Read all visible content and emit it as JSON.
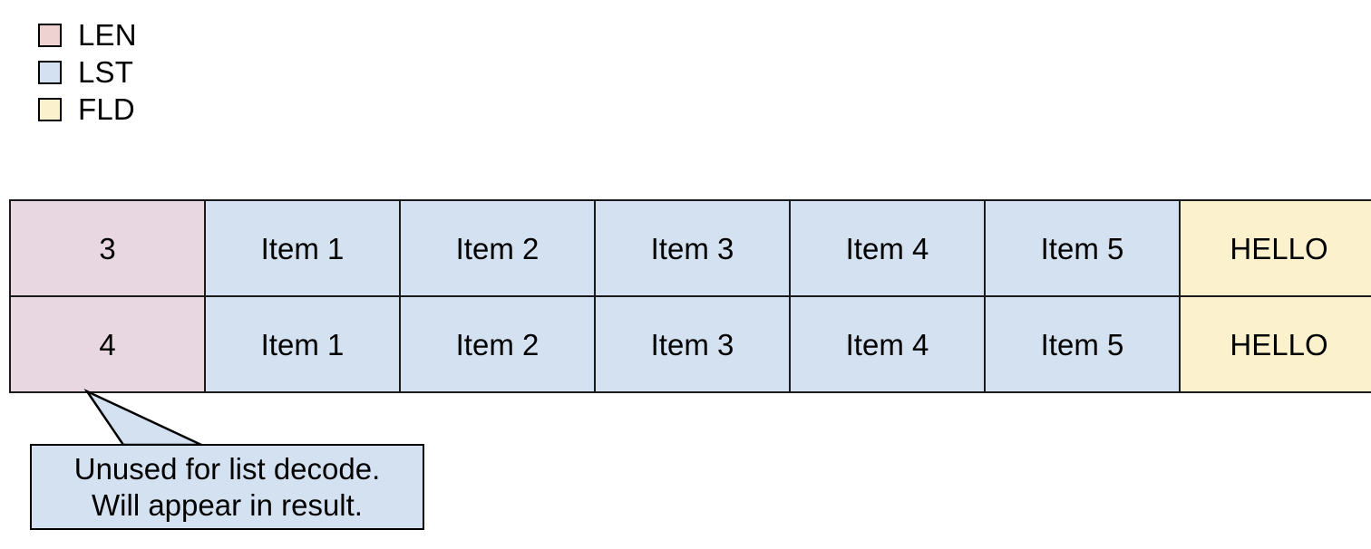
{
  "colors": {
    "len_fill": "#e8d6e0",
    "len_swatch_fill": "#eed2d1",
    "lst_fill": "#d4e1f1",
    "fld_fill": "#fbf1cd",
    "stroke": "#1a1a1a",
    "background": "#ffffff"
  },
  "legend": {
    "items": [
      {
        "label": "LEN",
        "swatch": "#eed2d1",
        "icon": "color-swatch-icon"
      },
      {
        "label": "LST",
        "swatch": "#d4e1f1",
        "icon": "color-swatch-icon"
      },
      {
        "label": "FLD",
        "swatch": "#fbf1cd",
        "icon": "color-swatch-icon"
      }
    ]
  },
  "table": {
    "rows": [
      {
        "len": "3",
        "items": [
          "Item 1",
          "Item 2",
          "Item 3",
          "Item 4",
          "Item 5"
        ],
        "fld": "HELLO"
      },
      {
        "len": "4",
        "items": [
          "Item 1",
          "Item 2",
          "Item 3",
          "Item 4",
          "Item 5"
        ],
        "fld": "HELLO"
      }
    ]
  },
  "callout": {
    "line1": "Unused for list decode.",
    "line2": "Will appear in result."
  }
}
